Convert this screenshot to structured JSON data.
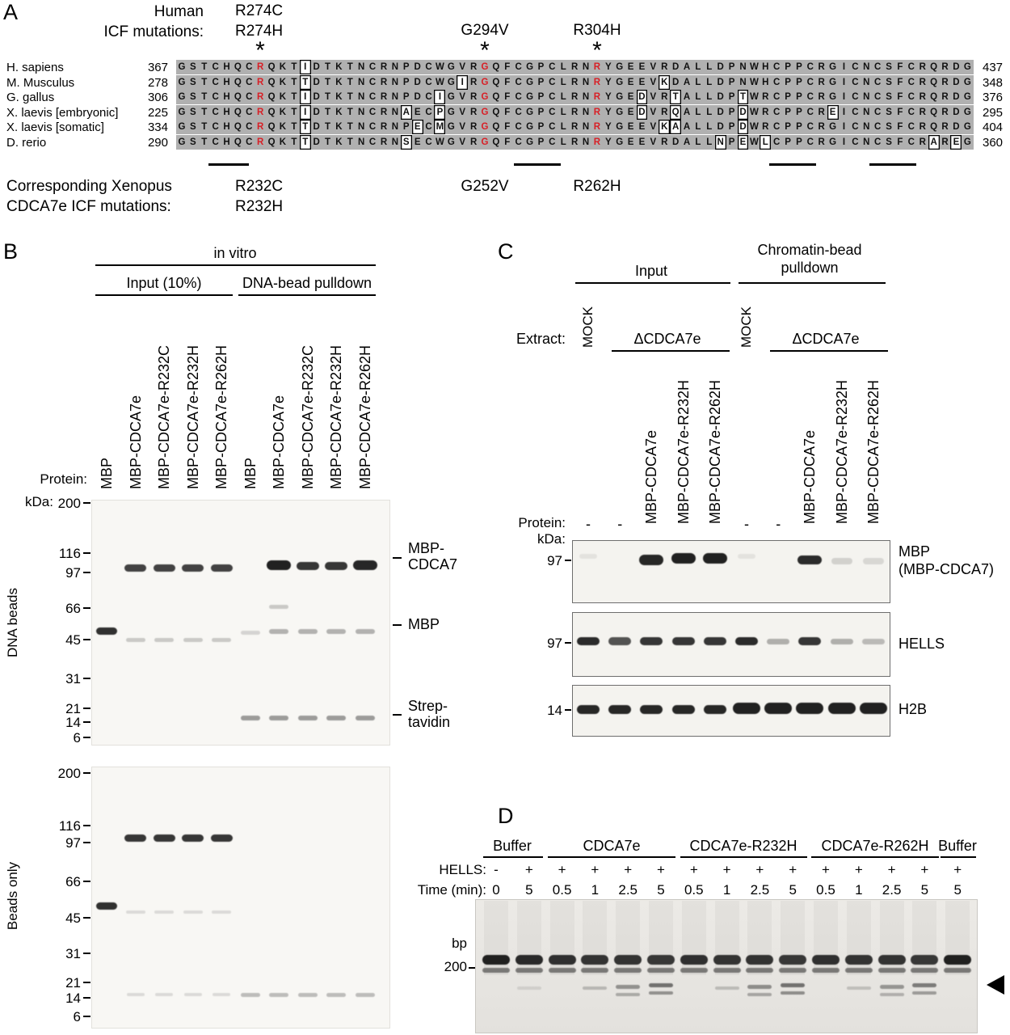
{
  "panel_a": {
    "label": "A",
    "header_lines": [
      "Human",
      "ICF mutations:"
    ],
    "asterisk": "*",
    "top_mutations": {
      "m1a": "R274C",
      "m1b": "R274H",
      "m2": "G294V",
      "m3": "R304H"
    },
    "alignment": [
      {
        "name": "H. sapiens",
        "start": "367",
        "end": "437",
        "seq": "GSTCHQCRQKTIDTKTNCRNPDCWGVRGQFCGPCLRNRYGEEVRDALLDPNWHCPPCRGICNCSFCRQRDG",
        "red": [
          7,
          27,
          37
        ],
        "boxed": [
          11
        ]
      },
      {
        "name": "M. Musculus",
        "start": "278",
        "end": "348",
        "seq": "GSTCHQCRQKTTDTKTNCRNPDCWGIRGQFCGPCLRNRYGEEVKDALLDPNWHCPPCRGICNCSFCRQRDG",
        "red": [
          7,
          27,
          37
        ],
        "boxed": [
          11,
          25,
          43
        ]
      },
      {
        "name": "G. gallus",
        "start": "306",
        "end": "376",
        "seq": "GSTCHQCRQKTIDTKTNCRNPDCIGVRGQFCGPCLRNRYGEDVRTALLDPTWRCPPCRGICNCSFCRQRDG",
        "red": [
          7,
          27,
          37
        ],
        "boxed": [
          11,
          23,
          41,
          44,
          50
        ]
      },
      {
        "name": "X. laevis [embryonic]",
        "start": "225",
        "end": "295",
        "seq": "GSTCHQCRQKTIDTKTNCRNAECPGVRGQFCGPCLRNRYGEDVRQALLDPDWRCPPCREICNCSFCRQRDG",
        "red": [
          7,
          27,
          37
        ],
        "boxed": [
          11,
          20,
          23,
          41,
          44,
          50,
          58
        ]
      },
      {
        "name": "X. laevis [somatic]",
        "start": "334",
        "end": "404",
        "seq": "GSTCHQCRQKTTDTKTNCRNPECMGVRGQFCGPCLRNRYGEEVKAALLDPDWRCPPCRGICNCSFCRQRDG",
        "red": [
          7,
          27,
          37
        ],
        "boxed": [
          11,
          21,
          23,
          43,
          44,
          50
        ]
      },
      {
        "name": "D. rerio",
        "start": "290",
        "end": "360",
        "seq": "GSTCHQCRQKTTDTKTNCRNSECWGVRGQFCGPCLRNRYGEEVRDALLNPEWLCPPCRGICNCSFCRAREG",
        "red": [
          7,
          27,
          37
        ],
        "boxed": [
          11,
          20,
          48,
          50,
          52,
          67,
          69
        ]
      }
    ],
    "footer_lines": [
      "Corresponding Xenopus",
      "CDCA7e ICF mutations:"
    ],
    "bottom_mutations": {
      "m1a": "R232C",
      "m1b": "R232H",
      "m2": "G252V",
      "m3": "R262H"
    }
  },
  "panel_b": {
    "label": "B",
    "title": "in vitro",
    "group_input": "Input (10%)",
    "group_pulldown": "DNA-bead pulldown",
    "protein_label": "Protein:",
    "kda_label": "kDa:",
    "lane_labels": [
      "MBP",
      "MBP-CDCA7e",
      "MBP-CDCA7e-R232C",
      "MBP-CDCA7e-R232H",
      "MBP-CDCA7e-R262H",
      "MBP",
      "MBP-CDCA7e",
      "MBP-CDCA7e-R232C",
      "MBP-CDCA7e-R232H",
      "MBP-CDCA7e-R262H"
    ],
    "gel_top": {
      "side_label": "DNA beads",
      "markers": [
        "200",
        "116",
        "97",
        "66",
        "45",
        "31",
        "21",
        "14",
        "6"
      ]
    },
    "gel_bottom": {
      "side_label": "Beads only",
      "markers": [
        "200",
        "116",
        "97",
        "66",
        "45",
        "31",
        "21",
        "14",
        "6"
      ]
    },
    "right_labels": {
      "band1a": "MBP-",
      "band1b": "CDCA7",
      "band2": "MBP",
      "band3a": "Strep-",
      "band3b": "tavidin"
    }
  },
  "panel_c": {
    "label": "C",
    "group_input": "Input",
    "group_pulldown_lines": [
      "Chromatin-bead",
      "pulldown"
    ],
    "extract_label": "Extract:",
    "mock": "MOCK",
    "delta_label": "ΔCDCA7e",
    "lane_labels": [
      "MBP-CDCA7e",
      "MBP-CDCA7e-R232H",
      "MBP-CDCA7e-R262H"
    ],
    "protein_label": "Protein:",
    "kda_label": "kDa:",
    "dash": "-",
    "blots": [
      {
        "marker": "97",
        "labels": [
          "MBP",
          "(MBP-CDCA7)"
        ]
      },
      {
        "marker": "97",
        "labels": [
          "HELLS"
        ]
      },
      {
        "marker": "14",
        "labels": [
          "H2B"
        ]
      }
    ]
  },
  "panel_d": {
    "label": "D",
    "groups": [
      "Buffer",
      "CDCA7e",
      "CDCA7e-R232H",
      "CDCA7e-R262H",
      "Buffer"
    ],
    "hells_label": "HELLS:",
    "hells_values": [
      "-",
      "+",
      "+",
      "+",
      "+",
      "+",
      "+",
      "+",
      "+",
      "+",
      "+",
      "+",
      "+",
      "+",
      "+"
    ],
    "time_label": "Time (min):",
    "time_values": [
      "0",
      "5",
      "0.5",
      "1",
      "2.5",
      "5",
      "0.5",
      "1",
      "2.5",
      "5",
      "0.5",
      "1",
      "2.5",
      "5",
      "5"
    ],
    "bp_label": "bp",
    "size_200": "200"
  }
}
